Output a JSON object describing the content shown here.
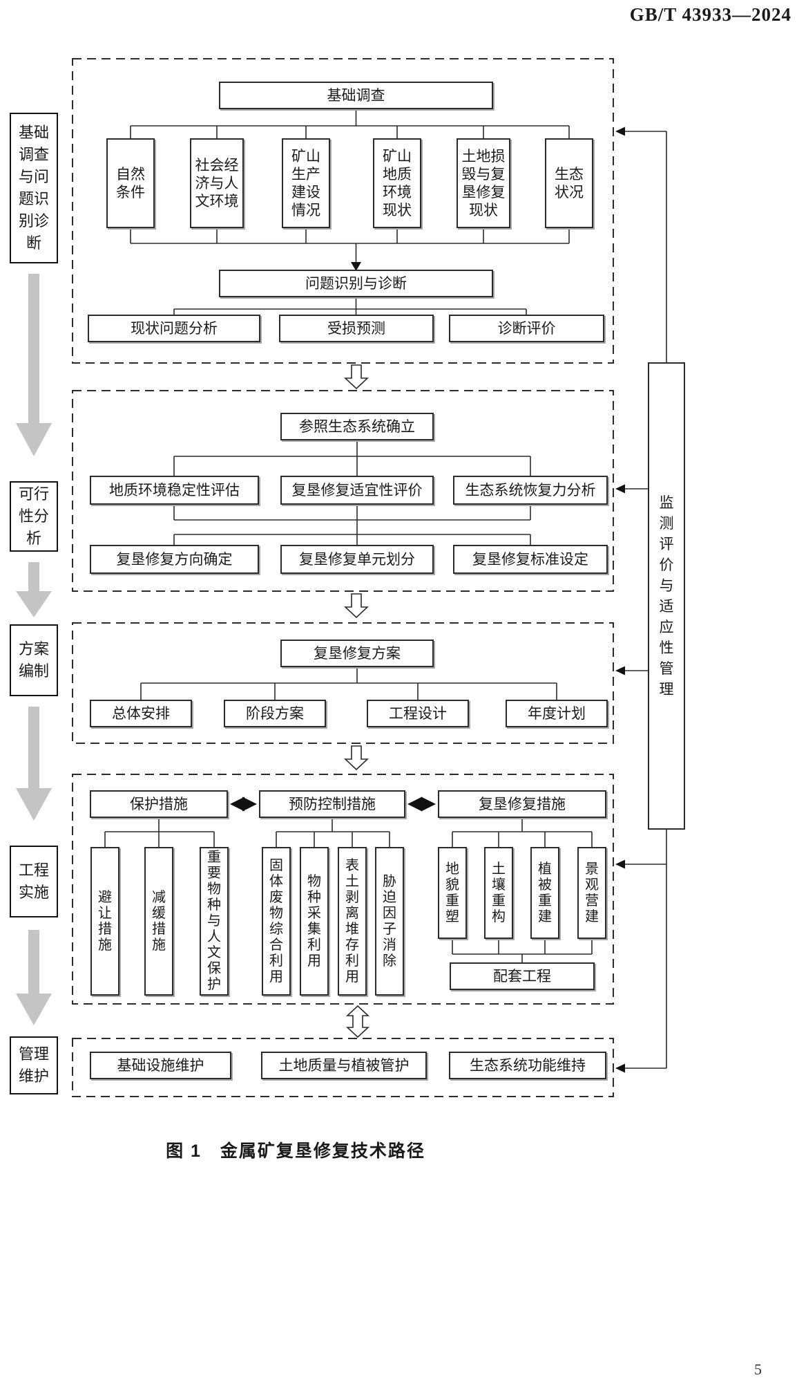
{
  "header": {
    "standard_code": "GB/T 43933—2024"
  },
  "caption": "图 1　金属矿复垦修复技术路径",
  "page_number": "5",
  "colors": {
    "line": "#2b2b2b",
    "phase_arrow_gray": "#c4c4c4",
    "box_shadow": "#a8a8a8"
  },
  "phases": [
    "基础调查与问题识别诊断",
    "可行性分析",
    "方案编制",
    "工程实施",
    "管理维护"
  ],
  "monitor": {
    "label": "监测评价与适应性管理"
  },
  "s1": {
    "title": "基础调查",
    "surveys": [
      "自然条件",
      "社会经济与人文环境",
      "矿山生产建设情况",
      "矿山地质环境现状",
      "土地损毁与复垦修复现状",
      "生态状况"
    ],
    "diagnosis": "问题识别与诊断",
    "outputs": [
      "现状问题分析",
      "受损预测",
      "诊断评价"
    ]
  },
  "s2": {
    "title": "参照生态系统确立",
    "assessments": [
      "地质环境稳定性评估",
      "复垦修复适宜性评价",
      "生态系统恢复力分析"
    ],
    "decisions": [
      "复垦修复方向确定",
      "复垦修复单元划分",
      "复垦修复标准设定"
    ]
  },
  "s3": {
    "title": "复垦修复方案",
    "plans": [
      "总体安排",
      "阶段方案",
      "工程设计",
      "年度计划"
    ]
  },
  "s4": {
    "groups": [
      {
        "header": "保护措施",
        "items": [
          "避让措施",
          "减缓措施",
          "重要物种与人文保护"
        ]
      },
      {
        "header": "预防控制措施",
        "items": [
          "固体废物综合利用",
          "物种采集利用",
          "表土剥离堆存利用",
          "胁迫因子消除"
        ]
      },
      {
        "header": "复垦修复措施",
        "items": [
          "地貌重塑",
          "土壤重构",
          "植被重建",
          "景观营建"
        ],
        "support": "配套工程"
      }
    ]
  },
  "s5": {
    "tasks": [
      "基础设施维护",
      "土地质量与植被管护",
      "生态系统功能维持"
    ]
  }
}
